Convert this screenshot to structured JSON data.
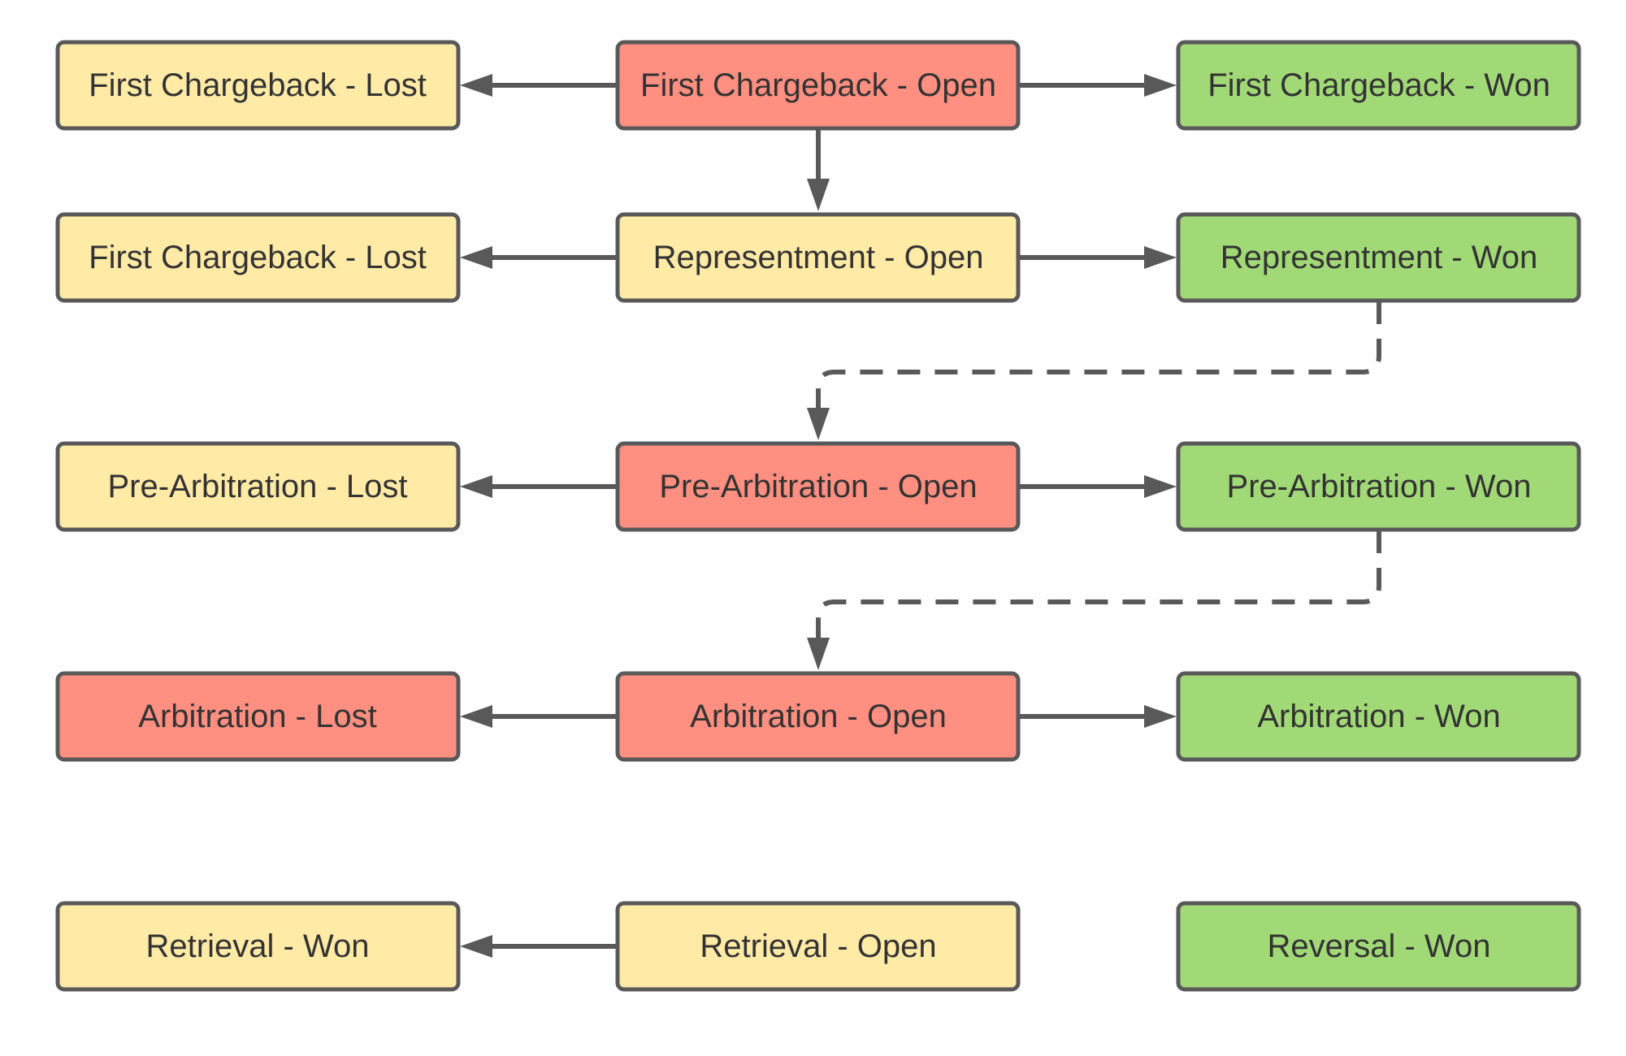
{
  "colors": {
    "open_red": "#ff8f80",
    "neutral_yellow": "#ffeaa6",
    "won_green": "#a2d977",
    "border": "#595959",
    "text": "#333333"
  },
  "nodes": {
    "fc_lost": {
      "label": "First Chargeback - Lost",
      "status": "neutral"
    },
    "fc_open": {
      "label": "First Chargeback - Open",
      "status": "open"
    },
    "fc_won": {
      "label": "First Chargeback - Won",
      "status": "won"
    },
    "rep_lost": {
      "label": "First Chargeback - Lost",
      "status": "neutral"
    },
    "rep_open": {
      "label": "Representment - Open",
      "status": "neutral"
    },
    "rep_won": {
      "label": "Representment - Won",
      "status": "won"
    },
    "pre_lost": {
      "label": "Pre-Arbitration - Lost",
      "status": "neutral"
    },
    "pre_open": {
      "label": "Pre-Arbitration - Open",
      "status": "open"
    },
    "pre_won": {
      "label": "Pre-Arbitration - Won",
      "status": "won"
    },
    "arb_lost": {
      "label": "Arbitration - Lost",
      "status": "open"
    },
    "arb_open": {
      "label": "Arbitration - Open",
      "status": "open"
    },
    "arb_won": {
      "label": "Arbitration - Won",
      "status": "won"
    },
    "ret_won": {
      "label": "Retrieval - Won",
      "status": "neutral"
    },
    "ret_open": {
      "label": "Retrieval - Open",
      "status": "neutral"
    },
    "rev_won": {
      "label": "Reversal - Won",
      "status": "won"
    }
  },
  "edges": [
    {
      "from": "fc_open",
      "to": "fc_lost",
      "style": "solid"
    },
    {
      "from": "fc_open",
      "to": "fc_won",
      "style": "solid"
    },
    {
      "from": "fc_open",
      "to": "rep_open",
      "style": "solid"
    },
    {
      "from": "rep_open",
      "to": "rep_lost",
      "style": "solid"
    },
    {
      "from": "rep_open",
      "to": "rep_won",
      "style": "solid"
    },
    {
      "from": "rep_won",
      "to": "pre_open",
      "style": "dashed"
    },
    {
      "from": "pre_open",
      "to": "pre_lost",
      "style": "solid"
    },
    {
      "from": "pre_open",
      "to": "pre_won",
      "style": "solid"
    },
    {
      "from": "pre_won",
      "to": "arb_open",
      "style": "dashed"
    },
    {
      "from": "arb_open",
      "to": "arb_lost",
      "style": "solid"
    },
    {
      "from": "arb_open",
      "to": "arb_won",
      "style": "solid"
    },
    {
      "from": "ret_open",
      "to": "ret_won",
      "style": "solid"
    }
  ]
}
